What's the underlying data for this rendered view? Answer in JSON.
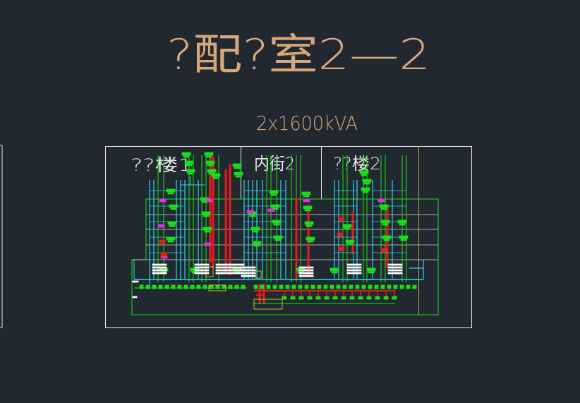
{
  "drawing": {
    "title": "?配?室2—2",
    "subtitle": "2x1600kVA",
    "zones": [
      "??楼1",
      "内街2",
      "??楼2"
    ]
  },
  "colors": {
    "background": "#212830",
    "title": "#d6a77a",
    "frame": "#e8e8e8",
    "green": "#18e018",
    "cyan": "#27d7e6",
    "red": "#e81b1b",
    "magenta": "#e030e0",
    "yellow": "#f0e020",
    "olive": "#b89a58",
    "white": "#ffffff"
  }
}
